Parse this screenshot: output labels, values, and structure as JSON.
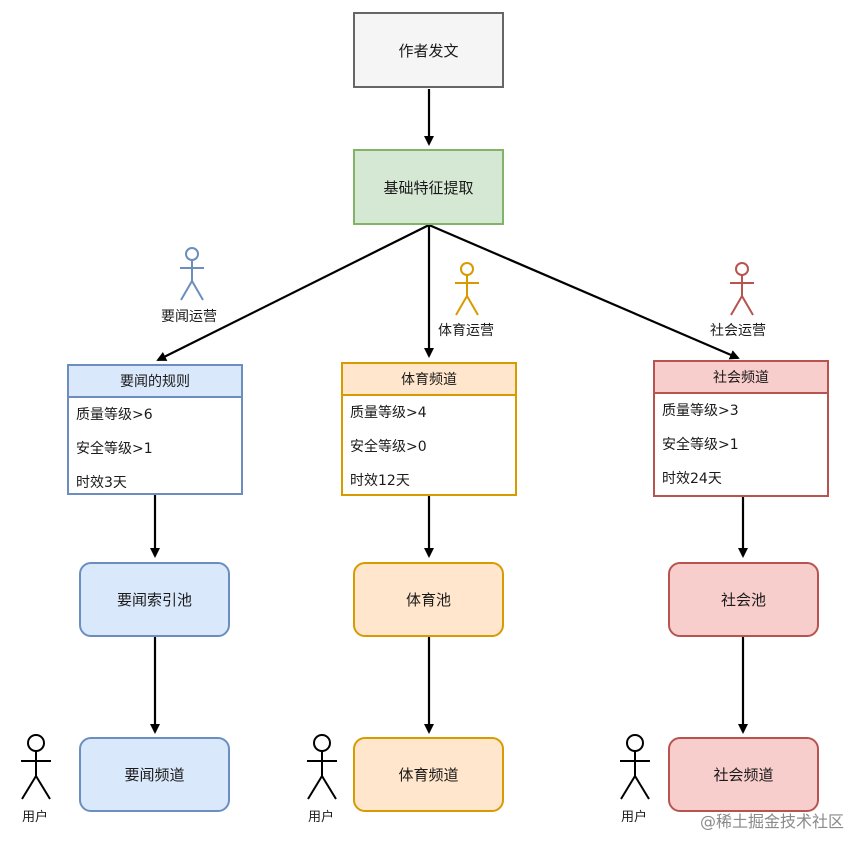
{
  "nodes": {
    "author": "作者发文",
    "feature": "基础特征提取",
    "pool_news": "要闻索引池",
    "pool_sports": "体育池",
    "pool_social": "社会池",
    "channel_news": "要闻频道",
    "channel_sports": "体育频道",
    "channel_social": "社会频道"
  },
  "rule_cards": {
    "news": {
      "title": "要闻的规则",
      "rows": [
        "质量等级>6",
        "安全等级>1",
        "时效3天"
      ]
    },
    "sports": {
      "title": "体育频道",
      "rows": [
        "质量等级>4",
        "安全等级>0",
        "时效12天"
      ]
    },
    "social": {
      "title": "社会频道",
      "rows": [
        "质量等级>3",
        "安全等级>1",
        "时效24天"
      ]
    }
  },
  "operators": {
    "news": "要闻运营",
    "sports": "体育运营",
    "social": "社会运营"
  },
  "users": {
    "news": "用户",
    "sports": "用户",
    "social": "用户"
  },
  "watermark": "@稀土掘金技术社区",
  "colors": {
    "author_fill": "#f5f5f5",
    "author_stroke": "#666666",
    "feature_fill": "#d5e8d4",
    "feature_stroke": "#82b366",
    "blue_fill": "#dae8fc",
    "blue_stroke": "#6c8ebf",
    "orange_fill": "#ffe6cc",
    "orange_stroke": "#d79b00",
    "red_fill": "#f8cecc",
    "red_stroke": "#b85450"
  },
  "icons": {
    "operator_news": "person-icon",
    "operator_sports": "person-icon",
    "operator_social": "person-icon",
    "user": "person-icon"
  }
}
